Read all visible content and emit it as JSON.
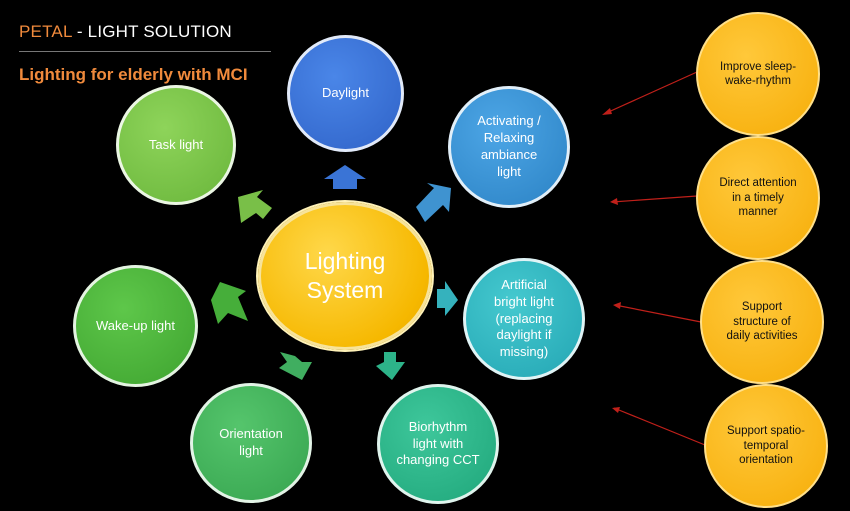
{
  "header": {
    "title_accent": "PETAL",
    "title_rest": " - LIGHT SOLUTION"
  },
  "subtitle": "Lighting for elderly with MCI",
  "center": {
    "label": "Lighting\nSystem"
  },
  "satellites": {
    "daylight": "Daylight",
    "activating": "Activating /\nRelaxing\nambiance\nlight",
    "artificial": "Artificial\nbright light\n(replacing\ndaylight if\nmissing)",
    "biorhythm": "Biorhythm\nlight with\nchanging CCT",
    "orientation": "Orientation\nlight",
    "wakeup": "Wake-up light",
    "tasklight": "Task light"
  },
  "goals": [
    "Improve sleep-\nwake-rhythm",
    "Direct attention\nin a timely\nmanner",
    "Support\nstructure of\ndaily activities",
    "Support spatio-\ntemporal\norientation"
  ],
  "colors": {
    "accent_orange": "#f08a3c",
    "center_yellow": "#f6b800",
    "goal_yellow": "#f6ac06",
    "link_red": "#c0201a"
  }
}
